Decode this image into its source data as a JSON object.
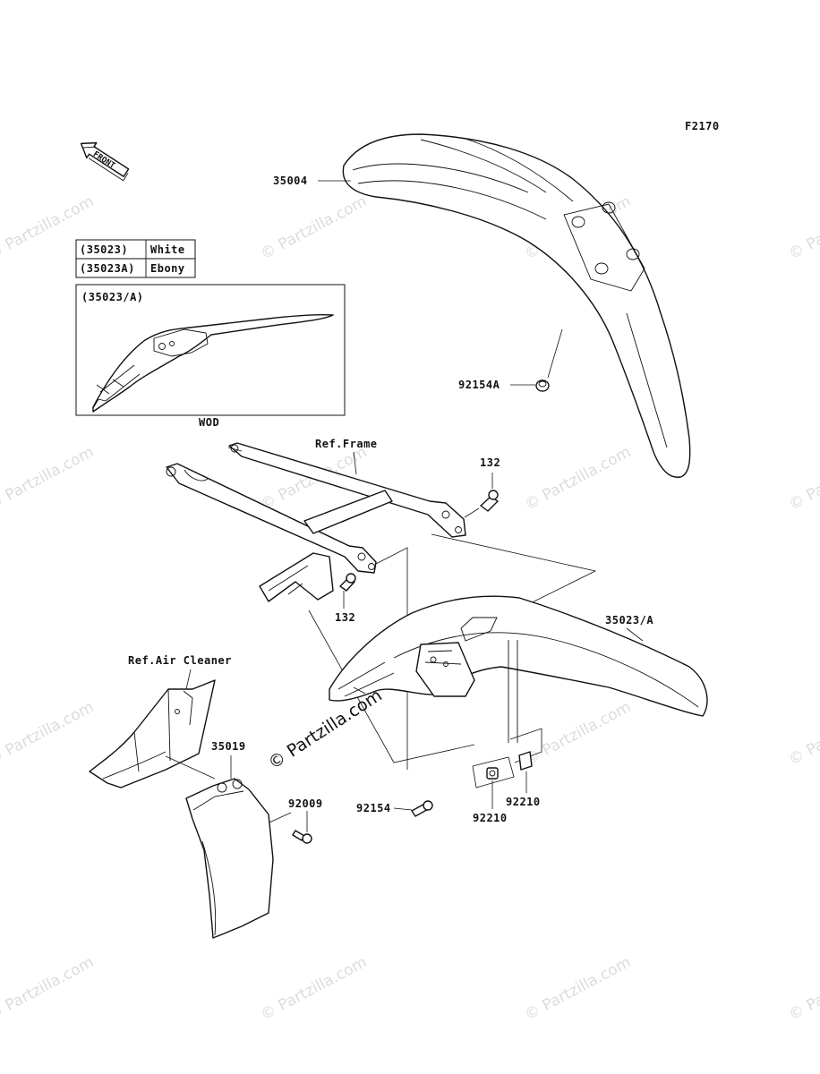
{
  "diagram_code": "F2170",
  "front_arrow_label": "FRONT",
  "watermark_text": "© Partzilla.com",
  "color_table": {
    "rows": [
      {
        "part": "(35023)",
        "color": "White"
      },
      {
        "part": "(35023A)",
        "color": "Ebony"
      }
    ]
  },
  "inset": {
    "title": "(35023/A)",
    "caption": "WOD"
  },
  "callouts": {
    "front_fender": "35004",
    "front_fender_bolt": "92154A",
    "ref_frame": "Ref.Frame",
    "bolt_right": "132",
    "bolt_left": "132",
    "rear_fender": "35023/A",
    "ref_air_cleaner": "Ref.Air Cleaner",
    "mud_flap": "35019",
    "flap_bolt": "92009",
    "rear_bolt": "92154",
    "nut_left": "92210",
    "nut_right": "92210"
  }
}
